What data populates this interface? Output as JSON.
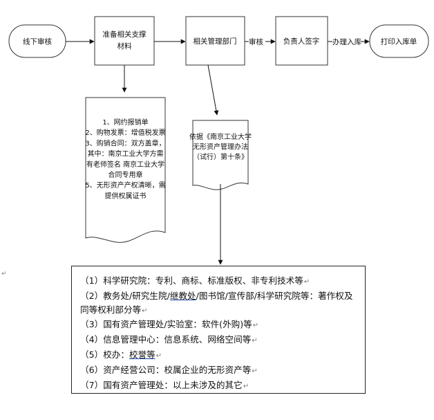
{
  "nodes": {
    "offline_review": "线下审核",
    "prepare_materials_l1": "准备相关支撑",
    "prepare_materials_l2": "材料",
    "related_dept": "相关管理部门",
    "responsible_sign": "负责人签字",
    "print_receipt": "打印入库单"
  },
  "edges": {
    "review": "审核",
    "storage": "办理入库"
  },
  "materials_doc": [
    "1、网约报销单",
    "2、购物发票：增值税发票",
    "3、购销合同：双方盖章，",
    "其中：南京工业大学方需",
    "有老师签名 南京工业大学",
    "合同专用章",
    "5、无形资产产权清晰，需",
    "提供权属证书"
  ],
  "basis_doc": [
    "依据《南京工业大学",
    "无形资产管理办法",
    "（试行）第十条》"
  ],
  "departments": {
    "item1": "（1）科学研究院：专利、商标、标准版权、非专利技术等",
    "item2_a": "（2）教务处/研究生院/",
    "item2_u": "继教处",
    "item2_b": "/图书馆/宣传部/科学研究院等：著作权及同等权利部分等",
    "item3": "（3）国有资产管理处/实验室：软件(外购)等",
    "item4": "（4）信息管理中心：信息系统、网络空间等",
    "item5_a": "（5）校办：",
    "item5_u": "校誉等",
    "item6": "（6）资产经营公司：校属企业的无形资产等",
    "item7": "（7）国有资产管理处：以上未涉及的其它"
  },
  "paragraph_mark": "↵"
}
